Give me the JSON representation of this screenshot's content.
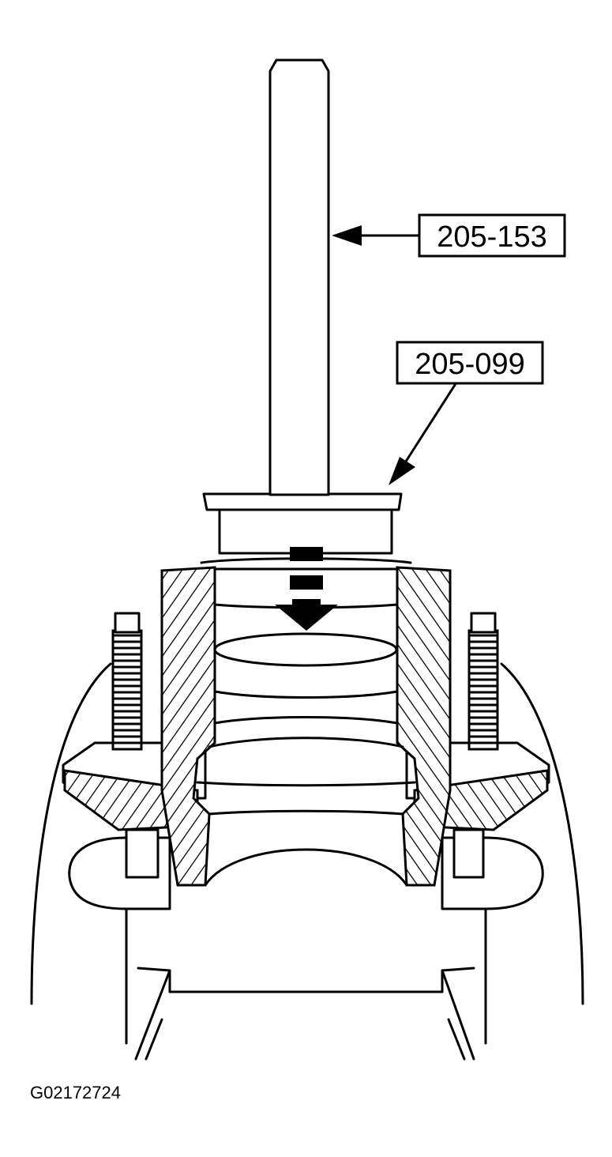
{
  "callouts": {
    "tool_upper": "205-153",
    "tool_lower": "205-099"
  },
  "figure_id": "G02172724",
  "colors": {
    "line": "#000000",
    "background": "#ffffff"
  },
  "icons": {
    "direction": "down-arrow-icon"
  }
}
